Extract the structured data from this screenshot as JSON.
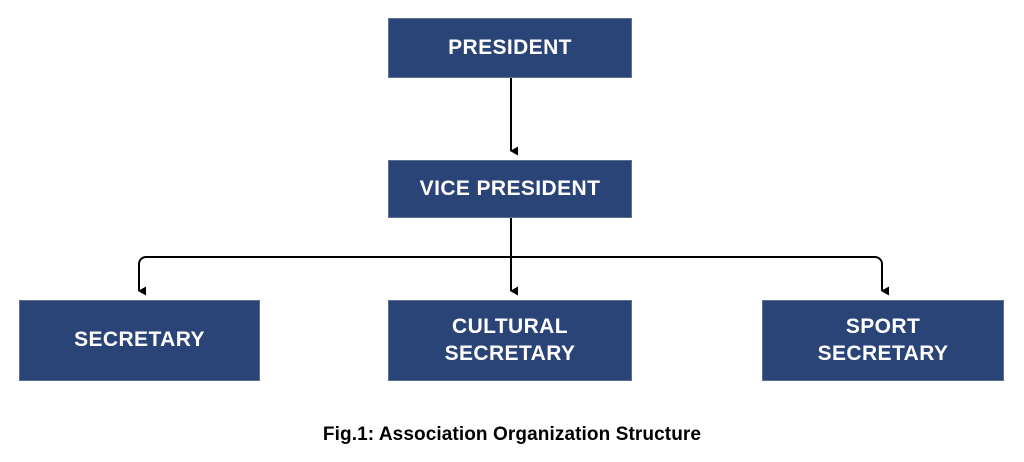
{
  "figure": {
    "caption": "Fig.1: Association Organization Structure",
    "background_color": "#FFFFFF",
    "node_fill_color": "#2A4478",
    "node_border_color": "#5C718F",
    "node_text_color": "#FFFFFF",
    "connector_color": "#000000",
    "caption_color": "#000000"
  },
  "chart_data": {
    "type": "diagram",
    "subtype": "organization-chart",
    "title": "Fig.1: Association Organization Structure",
    "orientation": "top-down",
    "nodes": [
      {
        "id": "president",
        "label": "PRESIDENT",
        "level": 0
      },
      {
        "id": "vice_president",
        "label": "VICE PRESIDENT",
        "level": 1
      },
      {
        "id": "secretary",
        "label": "SECRETARY",
        "level": 2
      },
      {
        "id": "cultural_secretary",
        "label": "CULTURAL\nSECRETARY",
        "level": 2
      },
      {
        "id": "sport_secretary",
        "label": "SPORT\nSECRETARY",
        "level": 2
      }
    ],
    "edges": [
      {
        "from": "president",
        "to": "vice_president",
        "style": "straight-arrow"
      },
      {
        "from": "vice_president",
        "to": "secretary",
        "style": "elbow-arrow"
      },
      {
        "from": "vice_president",
        "to": "cultural_secretary",
        "style": "straight-arrow"
      },
      {
        "from": "vice_president",
        "to": "sport_secretary",
        "style": "elbow-arrow"
      }
    ]
  },
  "nodes": {
    "president": {
      "label": "PRESIDENT"
    },
    "vice_president": {
      "label": "VICE PRESIDENT"
    },
    "secretary": {
      "label": "SECRETARY"
    },
    "cultural_secretary": {
      "label": "CULTURAL\nSECRETARY"
    },
    "sport_secretary": {
      "label": "SPORT\nSECRETARY"
    }
  }
}
